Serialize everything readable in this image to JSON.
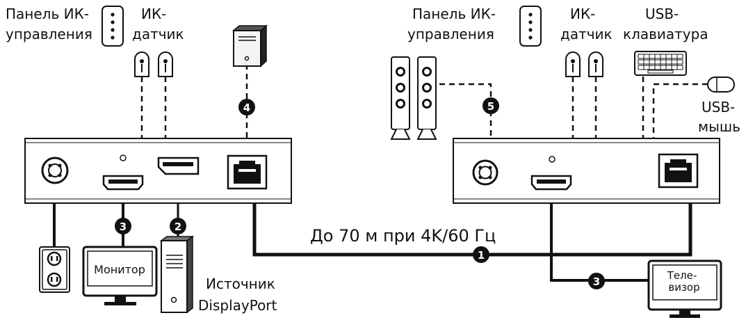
{
  "labels": {
    "ir_panel_left_1": "Панель ИК-",
    "ir_panel_left_2": "управления",
    "ir_sensor_left_1": "ИК-",
    "ir_sensor_left_2": "датчик",
    "ir_panel_right_1": "Панель ИК-",
    "ir_panel_right_2": "управления",
    "ir_sensor_right_1": "ИК-",
    "ir_sensor_right_2": "датчик",
    "usb_keyboard_1": "USB-",
    "usb_keyboard_2": "клавиатура",
    "usb_mouse_1": "USB-",
    "usb_mouse_2": "мышь",
    "distance": "До 70 м при 4K/60 Гц",
    "monitor": "Монитор",
    "source_1": "Источник",
    "source_2": "DisplayPort",
    "tv_1": "Теле-",
    "tv_2": "визор"
  },
  "badges": {
    "b1": "1",
    "b2": "2",
    "b3_left": "3",
    "b3_right": "3",
    "b4": "4",
    "b5": "5"
  }
}
